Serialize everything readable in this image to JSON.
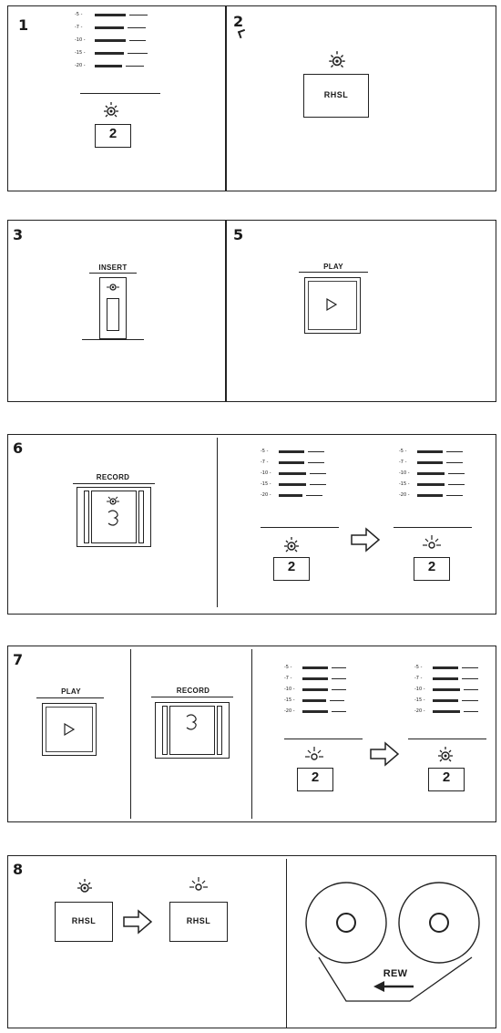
{
  "steps": {
    "s1": "1",
    "s2": "2",
    "s3": "3",
    "s5": "5",
    "s6": "6",
    "s7": "7",
    "s8": "8"
  },
  "labels": {
    "insert": "INSERT",
    "play": "PLAY",
    "record_6": "RECORD",
    "play_7": "PLAY",
    "record_7": "RECORD",
    "rew": "REW"
  },
  "displays": {
    "track_number": "2",
    "rhsl": "RHSL"
  },
  "meter_ticks": [
    "-5 -",
    "-7 -",
    "-10 -",
    "-15 -",
    "-20 -"
  ],
  "icons": {
    "arrow": "hollow-right-arrow-icon",
    "lamp": "indicator-lamp-icon",
    "play": "play-triangle-icon",
    "record": "record-symbol-icon",
    "reel": "tape-reel-icon"
  }
}
